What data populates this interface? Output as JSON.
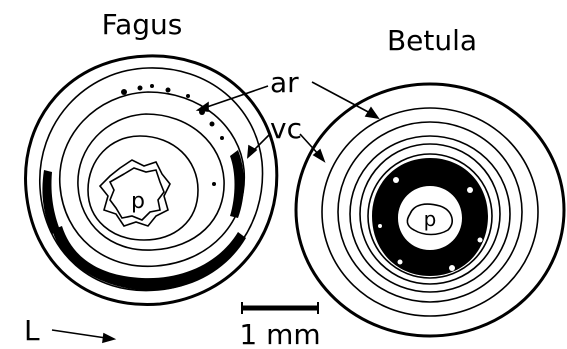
{
  "diagram": {
    "specimens": [
      {
        "name": "Fagus",
        "pith_label": "p"
      },
      {
        "name": "Betula",
        "pith_label": "p"
      }
    ],
    "labels": {
      "ar": "ar",
      "vc": "vc",
      "L": "L"
    },
    "scale_bar": {
      "text": "1 mm"
    }
  }
}
